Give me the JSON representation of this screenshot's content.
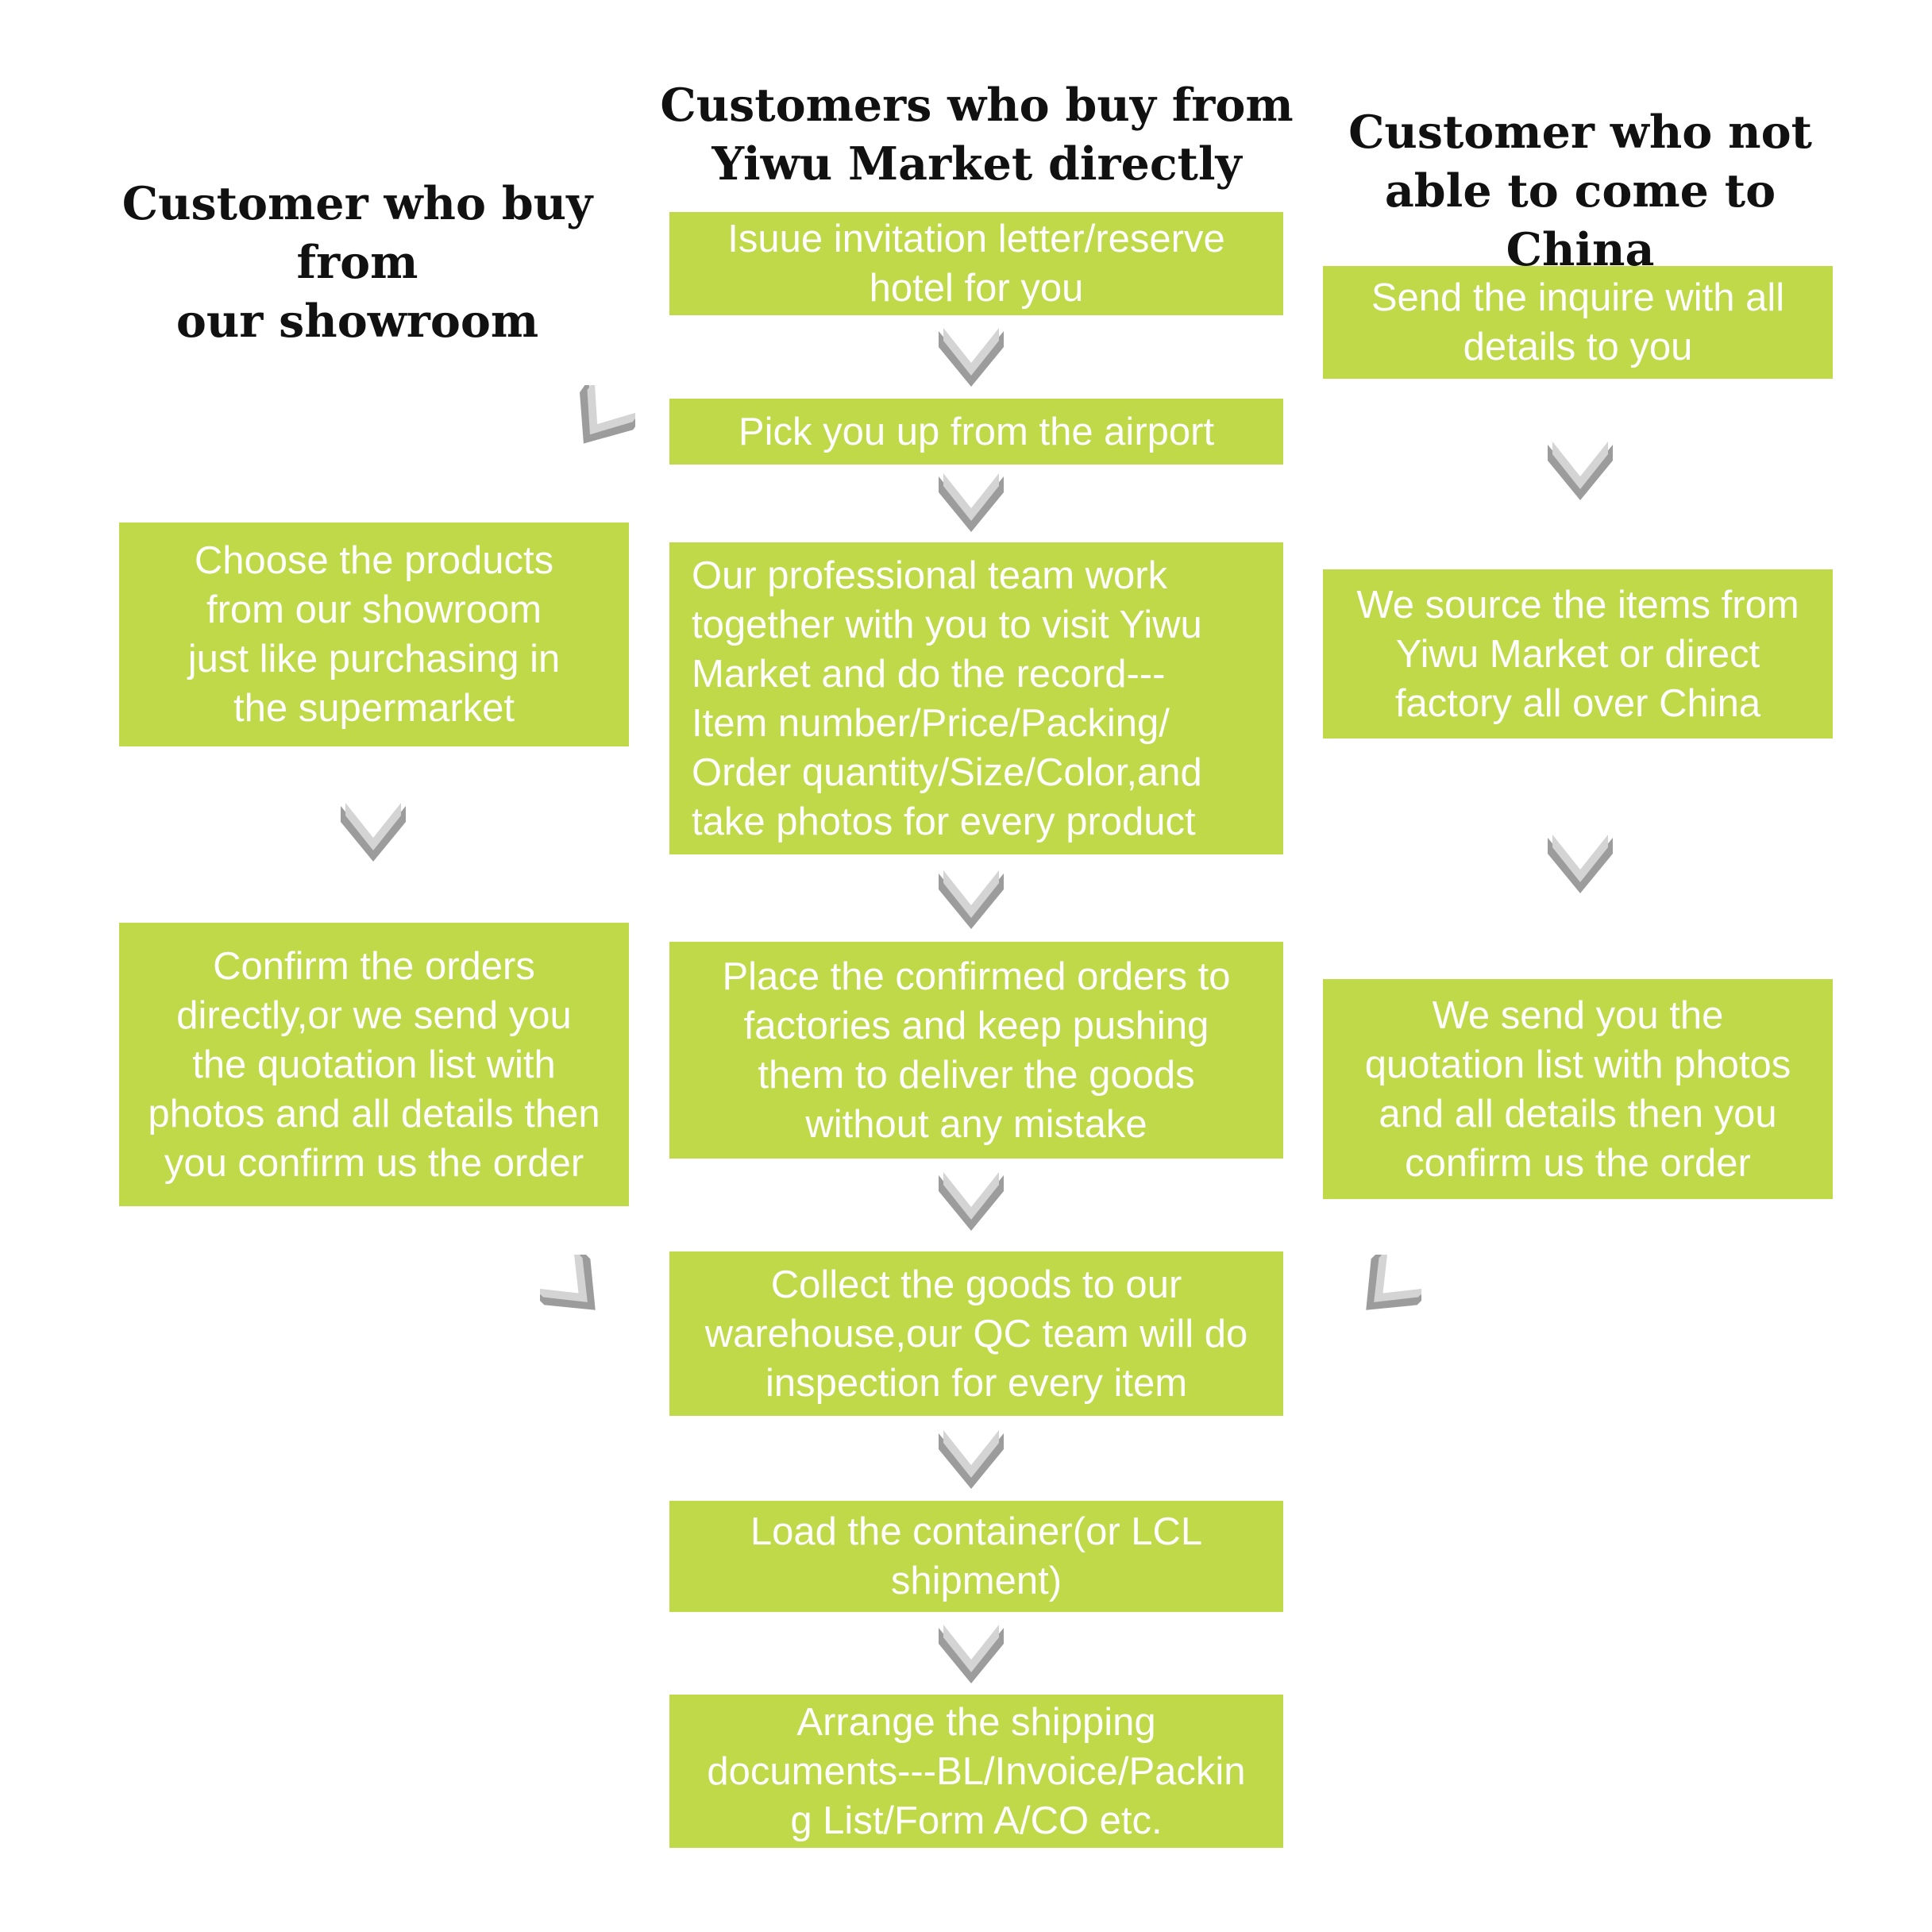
{
  "colors": {
    "box_fill": "#bfd948",
    "box_text": "#ffffff",
    "heading_text": "#111111",
    "arrow": "#b5b5b5"
  },
  "headings": {
    "left": "Customer who buy from\nour showroom",
    "center": "Customers who buy from\nYiwu Market directly",
    "right": "Customer who not\nable to come to China"
  },
  "center_steps": [
    "Isuue invitation letter/reserve\nhotel for you",
    "Pick you up from the airport",
    "Our professional team work\ntogether with you to visit Yiwu\nMarket and do the record---\nItem number/Price/Packing/\nOrder quantity/Size/Color,and\n take photos for every product",
    "Place the confirmed orders to\nfactories and keep pushing\nthem to deliver the goods\nwithout any mistake",
    "Collect the goods to our\nwarehouse,our QC team will do\ninspection for every item",
    "Load the container(or LCL\nshipment)",
    "Arrange the shipping\ndocuments---BL/Invoice/Packin\ng List/Form A/CO etc."
  ],
  "left_steps": [
    "Choose the products\nfrom our showroom\njust like purchasing in\nthe supermarket",
    "Confirm the orders\ndirectly,or we send you\nthe quotation list with\nphotos and all details then\nyou confirm us the order"
  ],
  "right_steps": [
    "Send the inquire with all\ndetails to you",
    "We source the items from\nYiwu Market or direct\nfactory all over China",
    "We send you the\nquotation list with photos\nand all details then you\nconfirm us the order"
  ],
  "arrow_icon": "chevron-down-icon"
}
